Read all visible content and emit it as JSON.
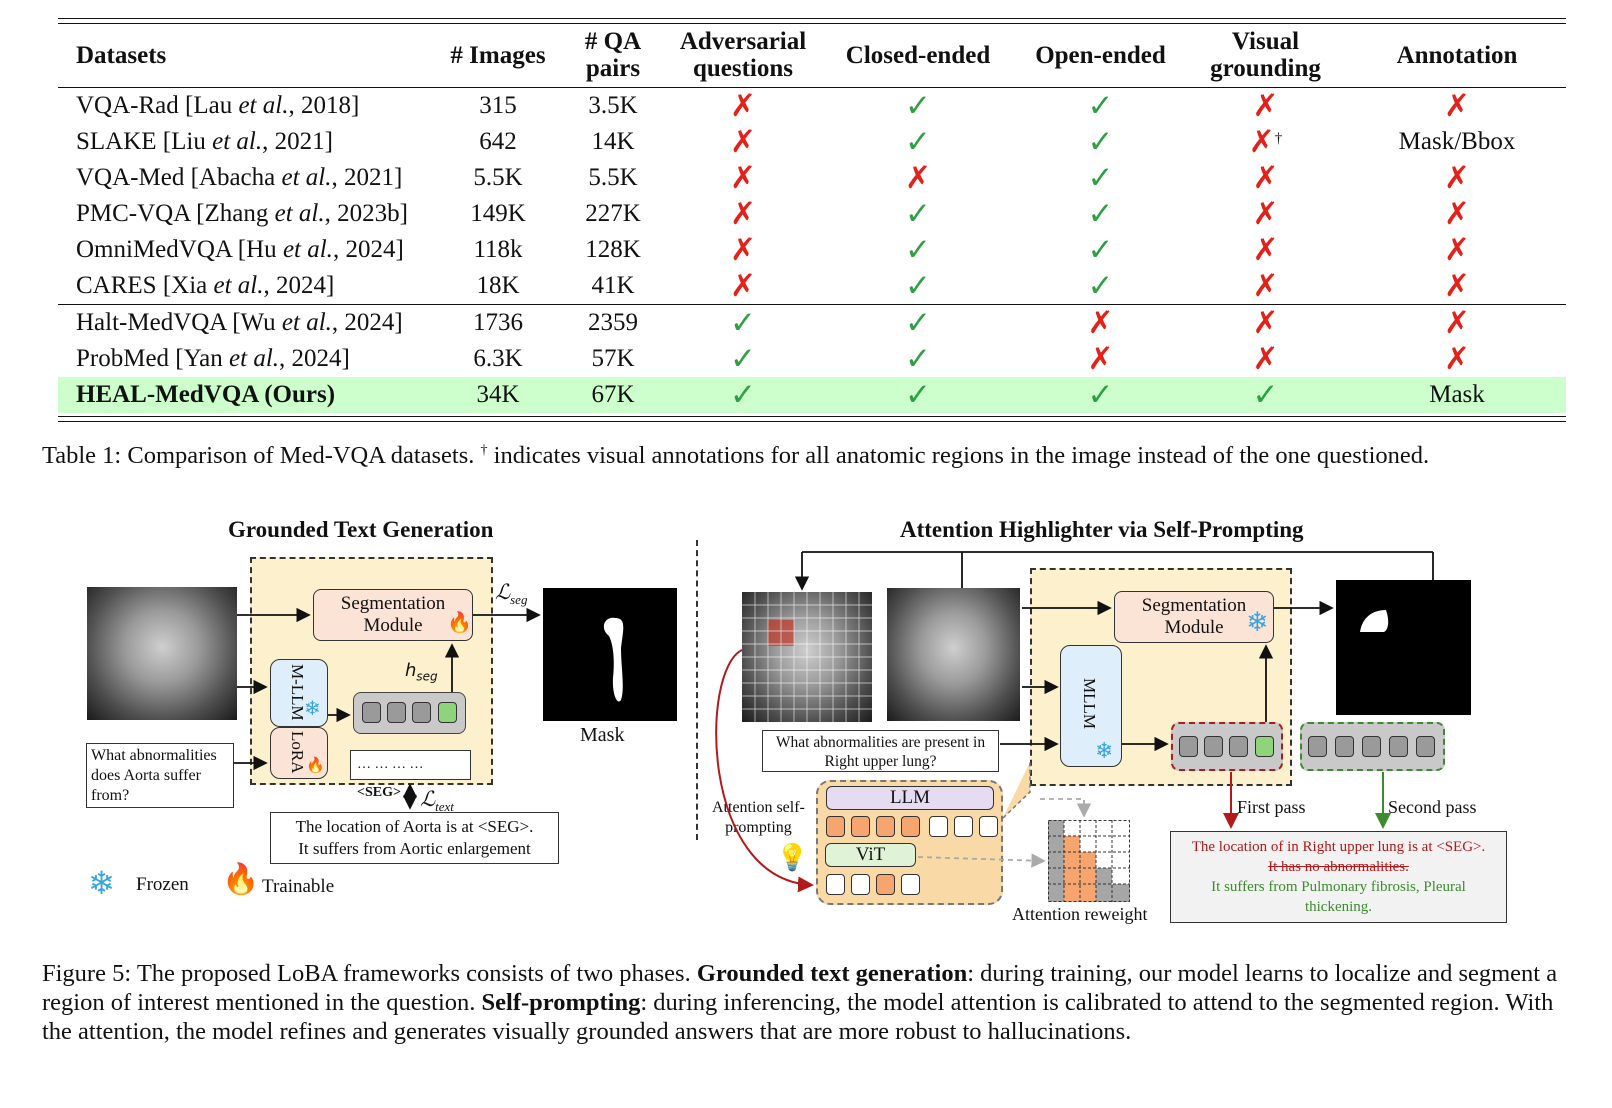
{
  "table": {
    "headers": [
      "Datasets",
      "# Images",
      "# QA pairs",
      "Adversarial questions",
      "Closed-ended",
      "Open-ended",
      "Visual grounding",
      "Annotation"
    ],
    "header_lines": {
      "qa": [
        "# QA",
        "pairs"
      ],
      "adv": [
        "Adversarial",
        "questions"
      ],
      "vg": [
        "Visual",
        "grounding"
      ]
    },
    "rows": [
      {
        "pre": "VQA-Rad [Lau ",
        "etal": "et al.",
        "post": ", 2018]",
        "images": "315",
        "qa": "3.5K",
        "adv": "✗",
        "closed": "✓",
        "open": "✓",
        "vg": "✗",
        "ann": "✗"
      },
      {
        "pre": "SLAKE [Liu ",
        "etal": "et al.",
        "post": ", 2021]",
        "images": "642",
        "qa": "14K",
        "adv": "✗",
        "closed": "✓",
        "open": "✓",
        "vg": "✗",
        "vg_dagger": "†",
        "ann": "Mask/Bbox"
      },
      {
        "pre": "VQA-Med [Abacha ",
        "etal": "et al.",
        "post": ", 2021]",
        "images": "5.5K",
        "qa": "5.5K",
        "adv": "✗",
        "closed": "✗",
        "open": "✓",
        "vg": "✗",
        "ann": "✗"
      },
      {
        "pre": "PMC-VQA [Zhang ",
        "etal": "et al.",
        "post": ", 2023b]",
        "images": "149K",
        "qa": "227K",
        "adv": "✗",
        "closed": "✓",
        "open": "✓",
        "vg": "✗",
        "ann": "✗"
      },
      {
        "pre": "OmniMedVQA [Hu ",
        "etal": "et al.",
        "post": ", 2024]",
        "images": "118k",
        "qa": "128K",
        "adv": "✗",
        "closed": "✓",
        "open": "✓",
        "vg": "✗",
        "ann": "✗"
      },
      {
        "pre": "CARES [Xia ",
        "etal": "et al.",
        "post": ", 2024]",
        "images": "18K",
        "qa": "41K",
        "adv": "✗",
        "closed": "✓",
        "open": "✓",
        "vg": "✗",
        "ann": "✗"
      },
      {
        "pre": "Halt-MedVQA [Wu ",
        "etal": "et al.",
        "post": ", 2024]",
        "images": "1736",
        "qa": "2359",
        "adv": "✓",
        "closed": "✓",
        "open": "✗",
        "vg": "✗",
        "ann": "✗"
      },
      {
        "pre": "ProbMed [Yan ",
        "etal": "et al.",
        "post": ", 2024]",
        "images": "6.3K",
        "qa": "57K",
        "adv": "✓",
        "closed": "✓",
        "open": "✗",
        "vg": "✗",
        "ann": "✗"
      },
      {
        "pre": "HEAL-MedVQA (Ours)",
        "etal": "",
        "post": "",
        "images": "34K",
        "qa": "67K",
        "adv": "✓",
        "closed": "✓",
        "open": "✓",
        "vg": "✓",
        "ann": "Mask"
      }
    ],
    "highlight_color": "#ccffcc",
    "check_color": "#2ea043",
    "cross_color": "#e32119"
  },
  "table_caption": {
    "lead": "Table 1: Comparison of Med-VQA datasets. ",
    "dagger": "†",
    "rest": " indicates visual annotations for all anatomic regions in the image instead of the one questioned."
  },
  "figure": {
    "left_title": "Grounded Text Generation",
    "right_title": "Attention Highlighter via Self-Prompting",
    "seg_module": [
      "Segmentation",
      "Module"
    ],
    "l_seg": "ℒseg",
    "l_text": "ℒtext",
    "h_seg": "hseg",
    "mllm_left": "M-LLM",
    "lora": "LoRA",
    "mask_label": "Mask",
    "seg_token_text": "… … … … ",
    "seg_token_tag": "<SEG>",
    "question_left": "What abnormalities does Aorta suffer from?",
    "answer_left": [
      "The location of Aorta is at <SEG>.",
      "It suffers from Aortic enlargement"
    ],
    "legend_frozen": "Frozen",
    "legend_trainable": "Trainable",
    "mllm_right": "MLLM",
    "question_right": [
      "What abnormalities are present in",
      "Right upper lung?"
    ],
    "llm": "LLM",
    "vit": "ViT",
    "attention_self_prompting": [
      "Attention self-",
      "prompting"
    ],
    "attention_reweight": "Attention reweight",
    "first_pass": "First pass",
    "second_pass": "Second pass",
    "answer_right_red": "The location of in Right upper lung is at <SEG>.",
    "answer_right_strike": "It has no abnormalities.",
    "answer_right_green": [
      "It suffers from Pulmonary fibrosis, Pleural",
      "thickening."
    ],
    "icons": [
      "snowflake-icon",
      "flame-icon",
      "lightbulb-icon"
    ],
    "colors": {
      "yellow_panel": "#fdf0cd",
      "seg_module": "#fbe3d5",
      "mllm": "#dfeefb",
      "red_arrow": "#b01a1a",
      "green_arrow": "#3d8b2f"
    }
  },
  "figure_caption": {
    "p1": "Figure 5: The proposed LoBA frameworks consists of two phases. ",
    "b1": "Grounded text generation",
    "p2": ": during training, our model learns to localize and segment a region of interest mentioned in the question. ",
    "b2": "Self-prompting",
    "p3": ": during inferencing, the model attention is calibrated to attend to the segmented region. With the attention, the model refines and generates visually grounded answers that are more robust to hallucinations."
  }
}
